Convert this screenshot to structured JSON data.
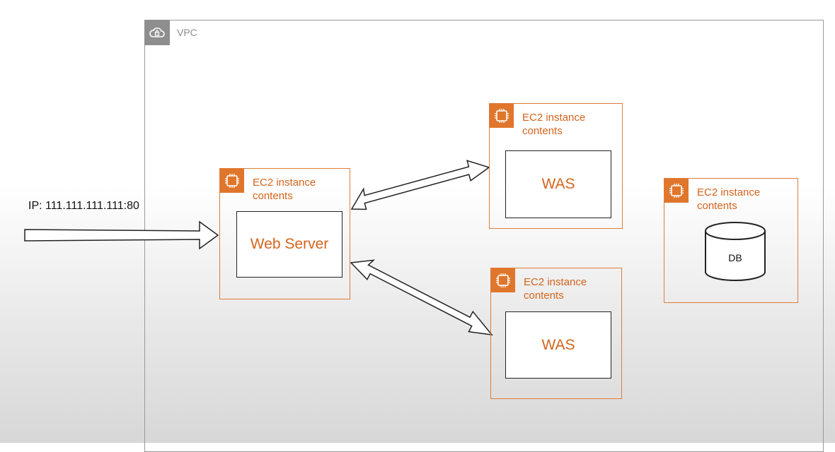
{
  "vpc": {
    "label": "VPC",
    "icon": "cloud-lock-icon"
  },
  "ip_label": "IP: 111.111.111.111:80",
  "instances": {
    "web": {
      "label_line1": "EC2 instance",
      "label_line2": "contents",
      "inner": "Web Server"
    },
    "was1": {
      "label_line1": "EC2 instance",
      "label_line2": "contents",
      "inner": "WAS"
    },
    "was2": {
      "label_line1": "EC2 instance",
      "label_line2": "contents",
      "inner": "WAS"
    },
    "db": {
      "label_line1": "EC2 instance",
      "label_line2": "contents",
      "inner": "DB"
    }
  },
  "colors": {
    "accent": "#e0762b",
    "accent_text": "#d4641c",
    "vpc_gray": "#8e8e8e"
  }
}
